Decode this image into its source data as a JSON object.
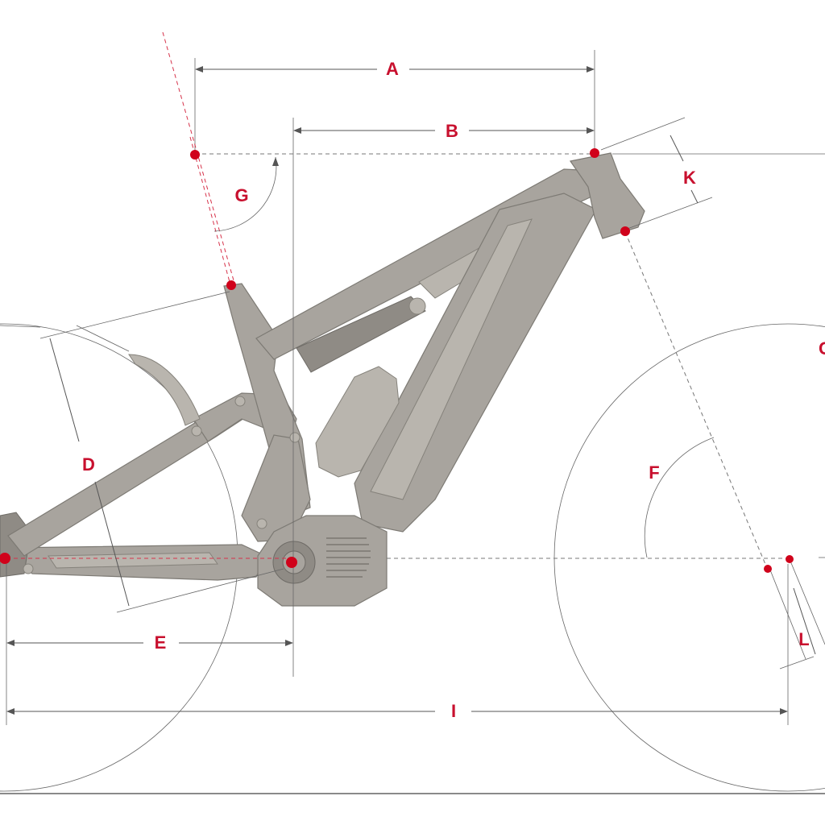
{
  "labels": {
    "a": "A",
    "b": "B",
    "d": "D",
    "e": "E",
    "f": "F",
    "g": "G",
    "i": "I",
    "k": "K",
    "l": "L",
    "c_partial": "C"
  },
  "colors": {
    "accent": "#c8102e",
    "frame": "#a8a49e",
    "line": "#666666"
  }
}
